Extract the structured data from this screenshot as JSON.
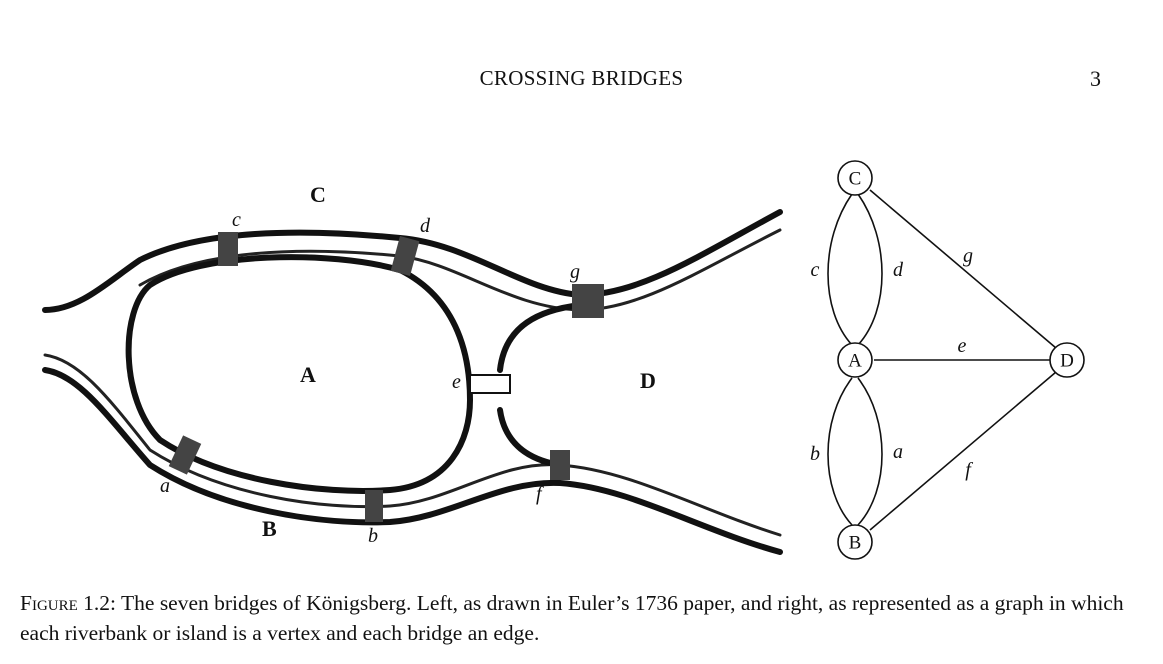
{
  "header": {
    "title": "CROSSING BRIDGES",
    "page_number": "3"
  },
  "map": {
    "regions": {
      "A": "A",
      "B": "B",
      "C": "C",
      "D": "D"
    },
    "bridges": {
      "a": "a",
      "b": "b",
      "c": "c",
      "d": "d",
      "e": "e",
      "f": "f",
      "g": "g"
    }
  },
  "graph": {
    "nodes": {
      "A": "A",
      "B": "B",
      "C": "C",
      "D": "D"
    },
    "edges": {
      "a": "a",
      "b": "b",
      "c": "c",
      "d": "d",
      "e": "e",
      "f": "f",
      "g": "g"
    }
  },
  "caption": {
    "label": "Figure 1.2:",
    "text": "The seven bridges of Königsberg. Left, as drawn in Euler’s 1736 paper, and right, as represented as a graph in which each riverbank or island is a vertex and each bridge an edge."
  }
}
